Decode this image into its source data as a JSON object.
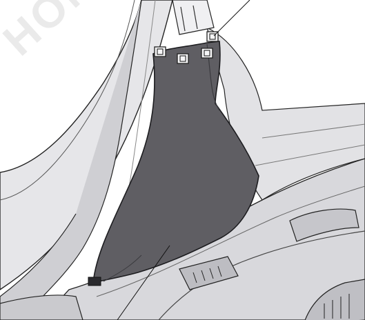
{
  "watermark": {
    "text": "HONDA",
    "kind": "watermark"
  },
  "diagram": {
    "subject": "c-pillar-trim-panel",
    "callouts": [
      {
        "id": "upper-clip-callout",
        "target": "clip-group"
      },
      {
        "id": "lower-panel-callout",
        "target": "pillar-trim-panel"
      }
    ],
    "clips": [
      "clip-1",
      "clip-2",
      "clip-3",
      "clip-4"
    ],
    "colors": {
      "panel": "#5f5e63",
      "panel_edge": "#2a2a2e",
      "body_light": "#dcdcdf",
      "body_mid": "#b9b9bd",
      "line": "#1c1c1f"
    }
  }
}
